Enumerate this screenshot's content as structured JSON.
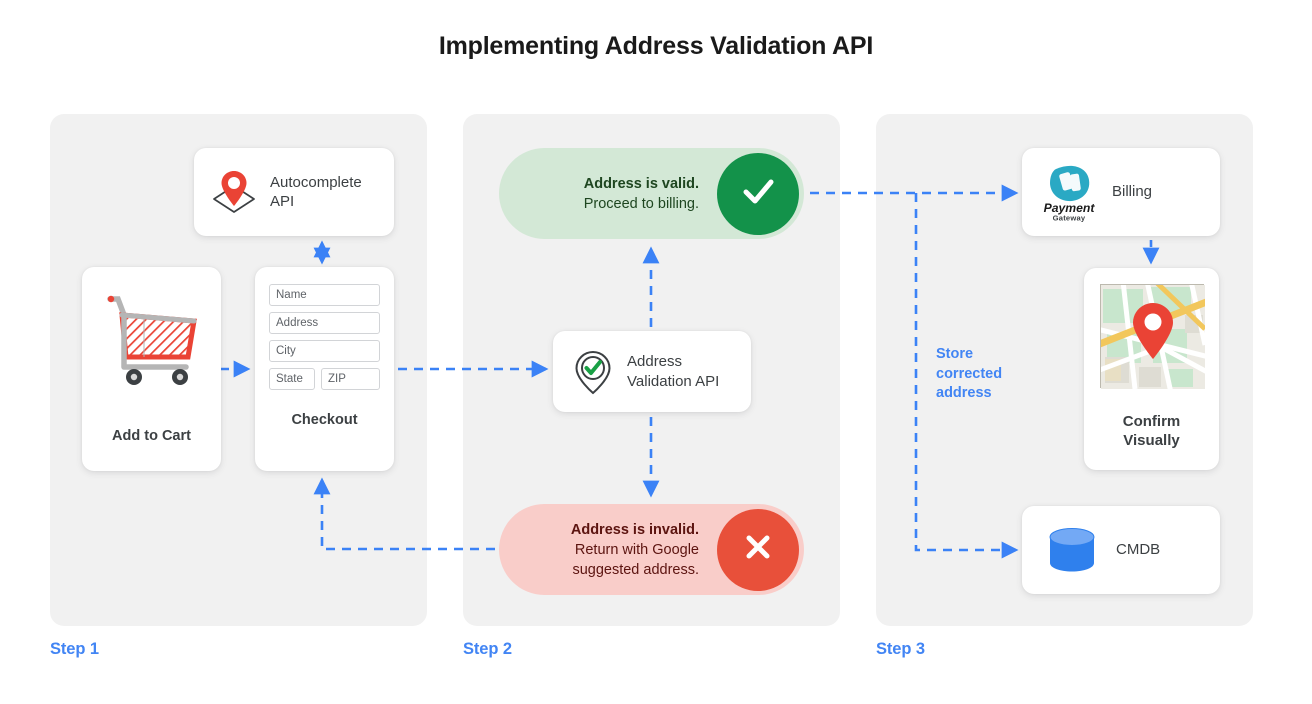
{
  "page": {
    "title": "Implementing Address Validation API"
  },
  "colors": {
    "accent_blue": "#4285F4",
    "panel_bg": "#f1f1f1",
    "valid_pill_bg": "#d3e8d6",
    "valid_badge": "#13924a",
    "invalid_pill_bg": "#f9cdc9",
    "invalid_badge": "#e8503a",
    "pin_red": "#ea4335",
    "cmdb_blue": "#2f80ed",
    "payment_teal": "#2aa9c4"
  },
  "steps": [
    {
      "label": "Step 1"
    },
    {
      "label": "Step 2"
    },
    {
      "label": "Step 3"
    }
  ],
  "step1": {
    "autocomplete": {
      "label": "Autocomplete API",
      "icon": "map-pin-envelope-icon"
    },
    "add_to_cart": {
      "caption": "Add to Cart",
      "icon": "shopping-cart-icon"
    },
    "checkout": {
      "caption": "Checkout",
      "fields": [
        {
          "name": "name-field",
          "placeholder": "Name"
        },
        {
          "name": "address-field",
          "placeholder": "Address"
        },
        {
          "name": "city-field",
          "placeholder": "City"
        },
        {
          "name": "state-field",
          "placeholder": "State"
        },
        {
          "name": "zip-field",
          "placeholder": "ZIP"
        }
      ]
    }
  },
  "step2": {
    "valid": {
      "headline": "Address is valid.",
      "detail": "Proceed to billing.",
      "badge_icon": "checkmark-icon"
    },
    "validation_api": {
      "label": "Address Validation API",
      "icon": "map-pin-check-icon"
    },
    "invalid": {
      "headline": "Address is invalid.",
      "detail_line1": "Return with Google",
      "detail_line2": "suggested address.",
      "badge_icon": "close-x-icon"
    }
  },
  "step3": {
    "billing": {
      "label": "Billing",
      "icon": "payment-gateway-logo",
      "logo_primary": "Payment",
      "logo_secondary": "Gateway"
    },
    "confirm": {
      "caption_line1": "Confirm",
      "caption_line2": "Visually",
      "icon": "map-thumbnail-icon"
    },
    "cmdb": {
      "label": "CMDB",
      "icon": "database-cylinder-icon"
    },
    "store_note": {
      "line1": "Store",
      "line2": "corrected",
      "line3": "address"
    }
  }
}
